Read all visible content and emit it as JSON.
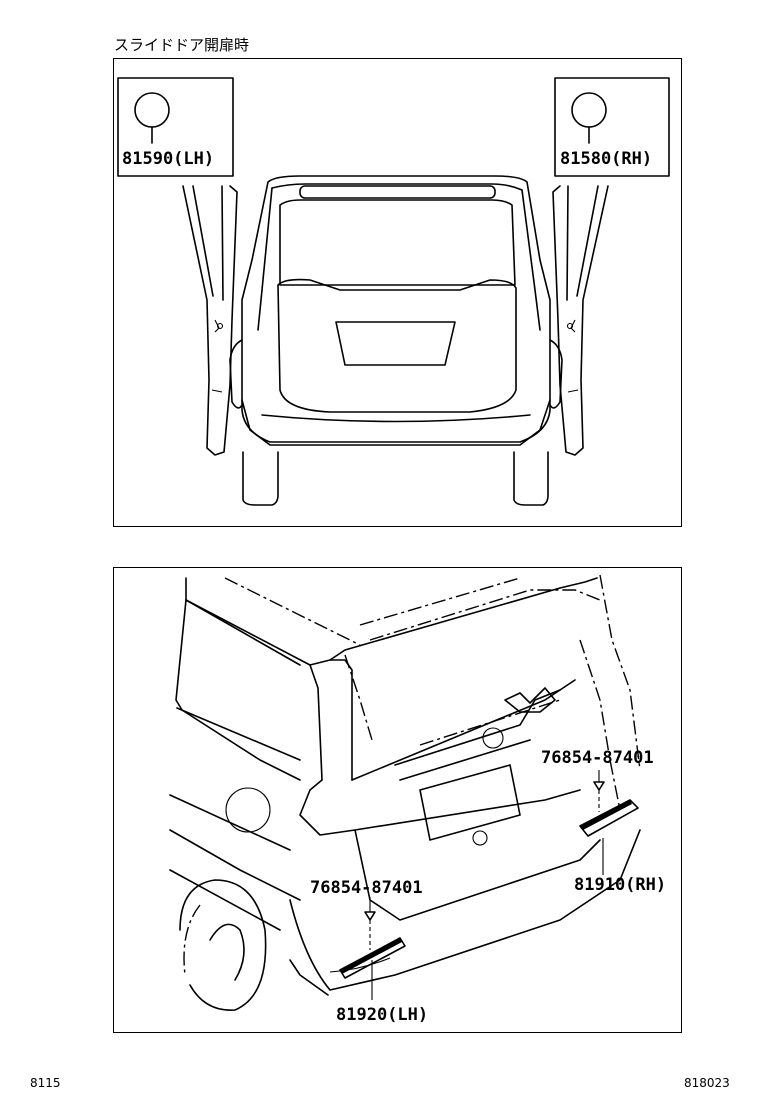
{
  "caption": "スライドドア開扉時",
  "top_panel": {
    "callout_left": "81590(LH)",
    "callout_right": "81580(RH)"
  },
  "bottom_panel": {
    "part_rh": "81910(RH)",
    "part_lh": "81920(LH)",
    "screw_upper": "76854-87401",
    "screw_lower": "76854-87401"
  },
  "footer": {
    "left_code": "8115",
    "right_code": "818023"
  }
}
